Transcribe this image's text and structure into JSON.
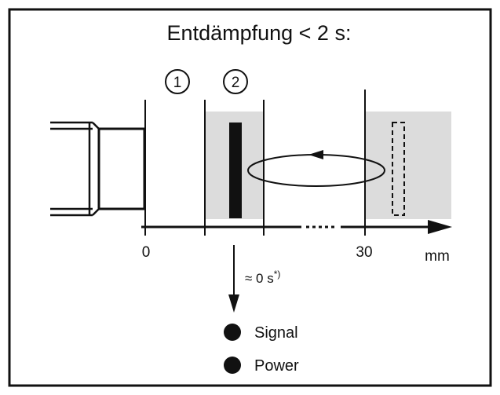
{
  "title": "Entdämpfung < 2 s:",
  "zones": [
    {
      "number": "1"
    },
    {
      "number": "2"
    }
  ],
  "axis": {
    "tick_labels": [
      "0",
      "30"
    ],
    "unit": "mm"
  },
  "timing": {
    "label": "≈ 0 s",
    "footnote_mark": "*)"
  },
  "legend": [
    {
      "label": "Signal",
      "color": "#111111"
    },
    {
      "label": "Power",
      "color": "#111111"
    }
  ],
  "colors": {
    "border": "#111111",
    "shade": "#dcdcdc",
    "target": "#111111"
  }
}
